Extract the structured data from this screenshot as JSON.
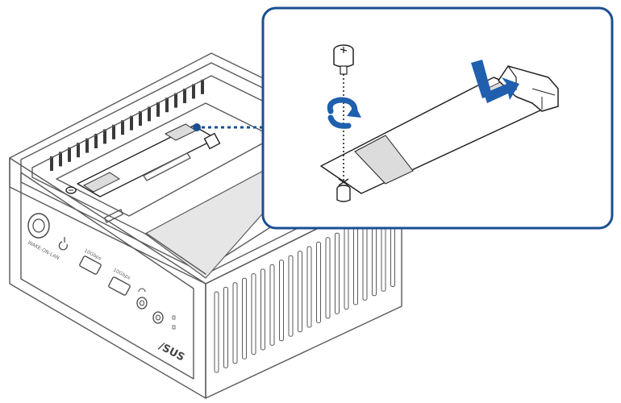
{
  "diagram": {
    "brand_logo_text": "/SUS",
    "port_labels": {
      "usb_left": "10Gbps",
      "usb_right": "10Gbps",
      "front_text": "WAKE-ON-LAN"
    },
    "colors": {
      "callout_border": "#1a4f91",
      "leader_line": "#1a4f91",
      "arrow_blue": "#1f5fae",
      "line_gray": "#5a5a5a",
      "heatsink_gray": "#e6e6e6"
    },
    "icons": {
      "power": "power-icon",
      "headphone": "headphone-icon",
      "rotate_arrow": "rotate-arrow-icon",
      "insert_arrow": "insert-arrow-icon"
    }
  }
}
